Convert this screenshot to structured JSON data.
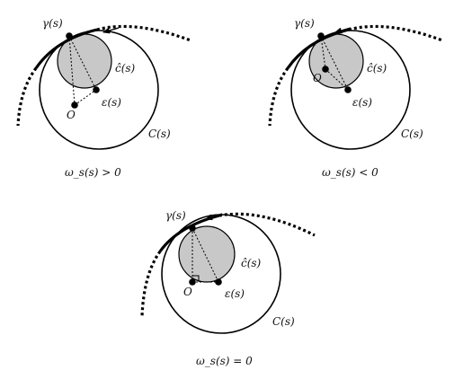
{
  "colors": {
    "stroke": "#000000",
    "disk_fill": "#c8c8c8",
    "background": "#ffffff"
  },
  "panels": [
    {
      "id": "positive",
      "labels": {
        "gamma": "γ(s)",
        "c_hat": "ĉ(s)",
        "epsilon": "ε(s)",
        "origin": "O",
        "big_circle": "C(s)"
      },
      "caption": "ω_s(s) > 0"
    },
    {
      "id": "negative",
      "labels": {
        "gamma": "γ(s)",
        "c_hat": "ĉ(s)",
        "epsilon": "ε(s)",
        "origin": "O",
        "big_circle": "C(s)"
      },
      "caption": "ω_s(s) < 0"
    },
    {
      "id": "zero",
      "labels": {
        "gamma": "γ(s)",
        "c_hat": "ĉ(s)",
        "epsilon": "ε(s)",
        "origin": "O",
        "big_circle": "C(s)"
      },
      "caption": "ω_s(s) = 0"
    }
  ]
}
